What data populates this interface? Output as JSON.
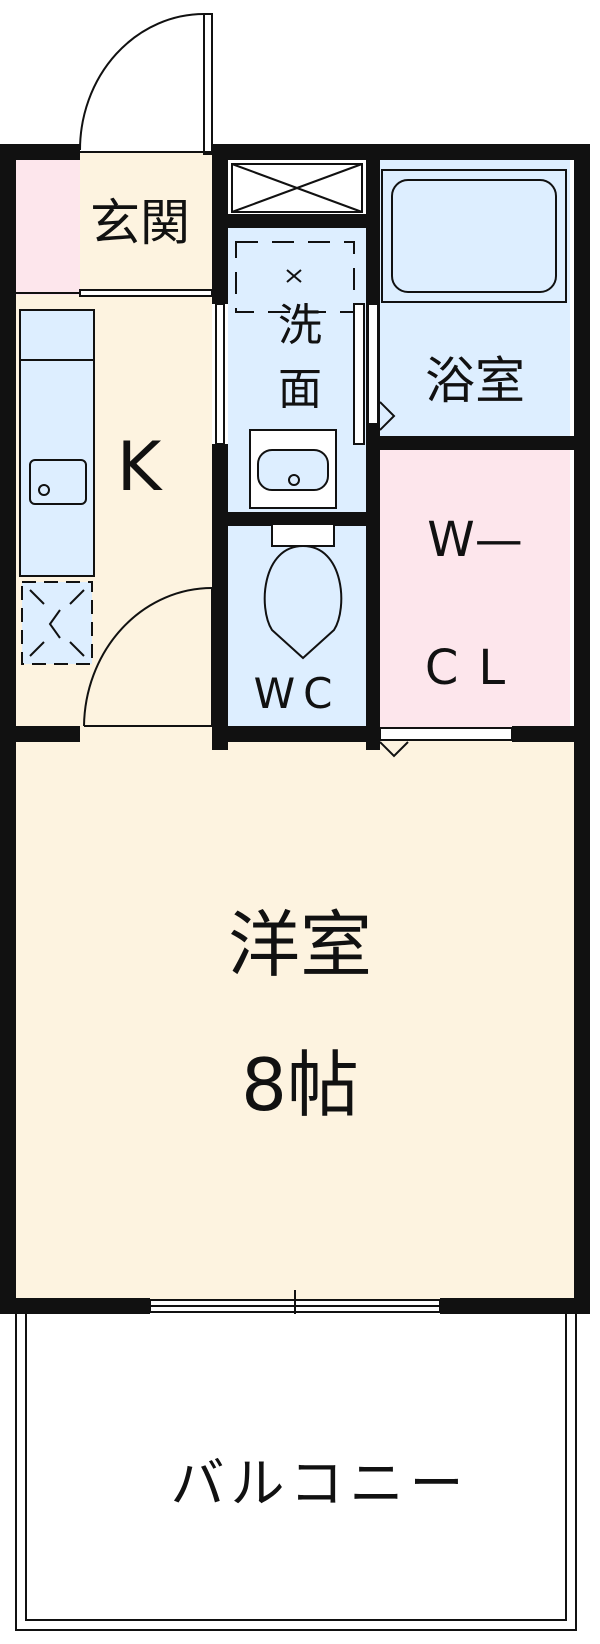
{
  "rooms": {
    "entrance": "玄関",
    "kitchen": "K",
    "washroom": "洗面",
    "bathroom": "浴室",
    "wcl_line1": "W—",
    "wcl_line2": "CL",
    "toilet": "WC",
    "western_room": "洋室",
    "western_room_size": "8帖",
    "balcony": "バルコニー"
  },
  "colors": {
    "wall": "#111111",
    "floor": "#fdf3e0",
    "wet_area": "#ddeeff",
    "closet": "#fde6ec",
    "entrance_pink": "#fde6ec"
  }
}
